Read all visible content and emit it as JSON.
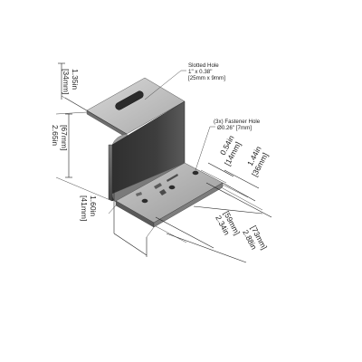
{
  "callouts": {
    "slotted_hole": {
      "title": "Slotted Hole",
      "size_in": "1\" x 0.38\"",
      "size_mm": "[25mm x 9mm]"
    },
    "fastener_hole": {
      "title": "(3x) Fastener Hole",
      "size": "Ø0.26\" [7mm]"
    }
  },
  "dimensions": {
    "top_depth": {
      "in": "1.35in",
      "mm": "[34mm]"
    },
    "height": {
      "in": "2.65in",
      "mm": "[67mm]"
    },
    "base_depth": {
      "in": "1.60in",
      "mm": "[41mm]"
    },
    "hole_offset": {
      "in": "0.54in",
      "mm": "[14mm]"
    },
    "hole_spacing": {
      "in": "1.44in",
      "mm": "[36mm]"
    },
    "hole_span": {
      "in": "2.34in",
      "mm": "[59mm]"
    },
    "overall_width": {
      "in": "2.88in",
      "mm": "[73mm]"
    }
  },
  "colors": {
    "metal_dark": "#3a3a3a",
    "metal_mid": "#8e8e8e",
    "metal_light": "#b9b9b9",
    "metal_highlight": "#d6d6d6",
    "line": "#222222"
  }
}
